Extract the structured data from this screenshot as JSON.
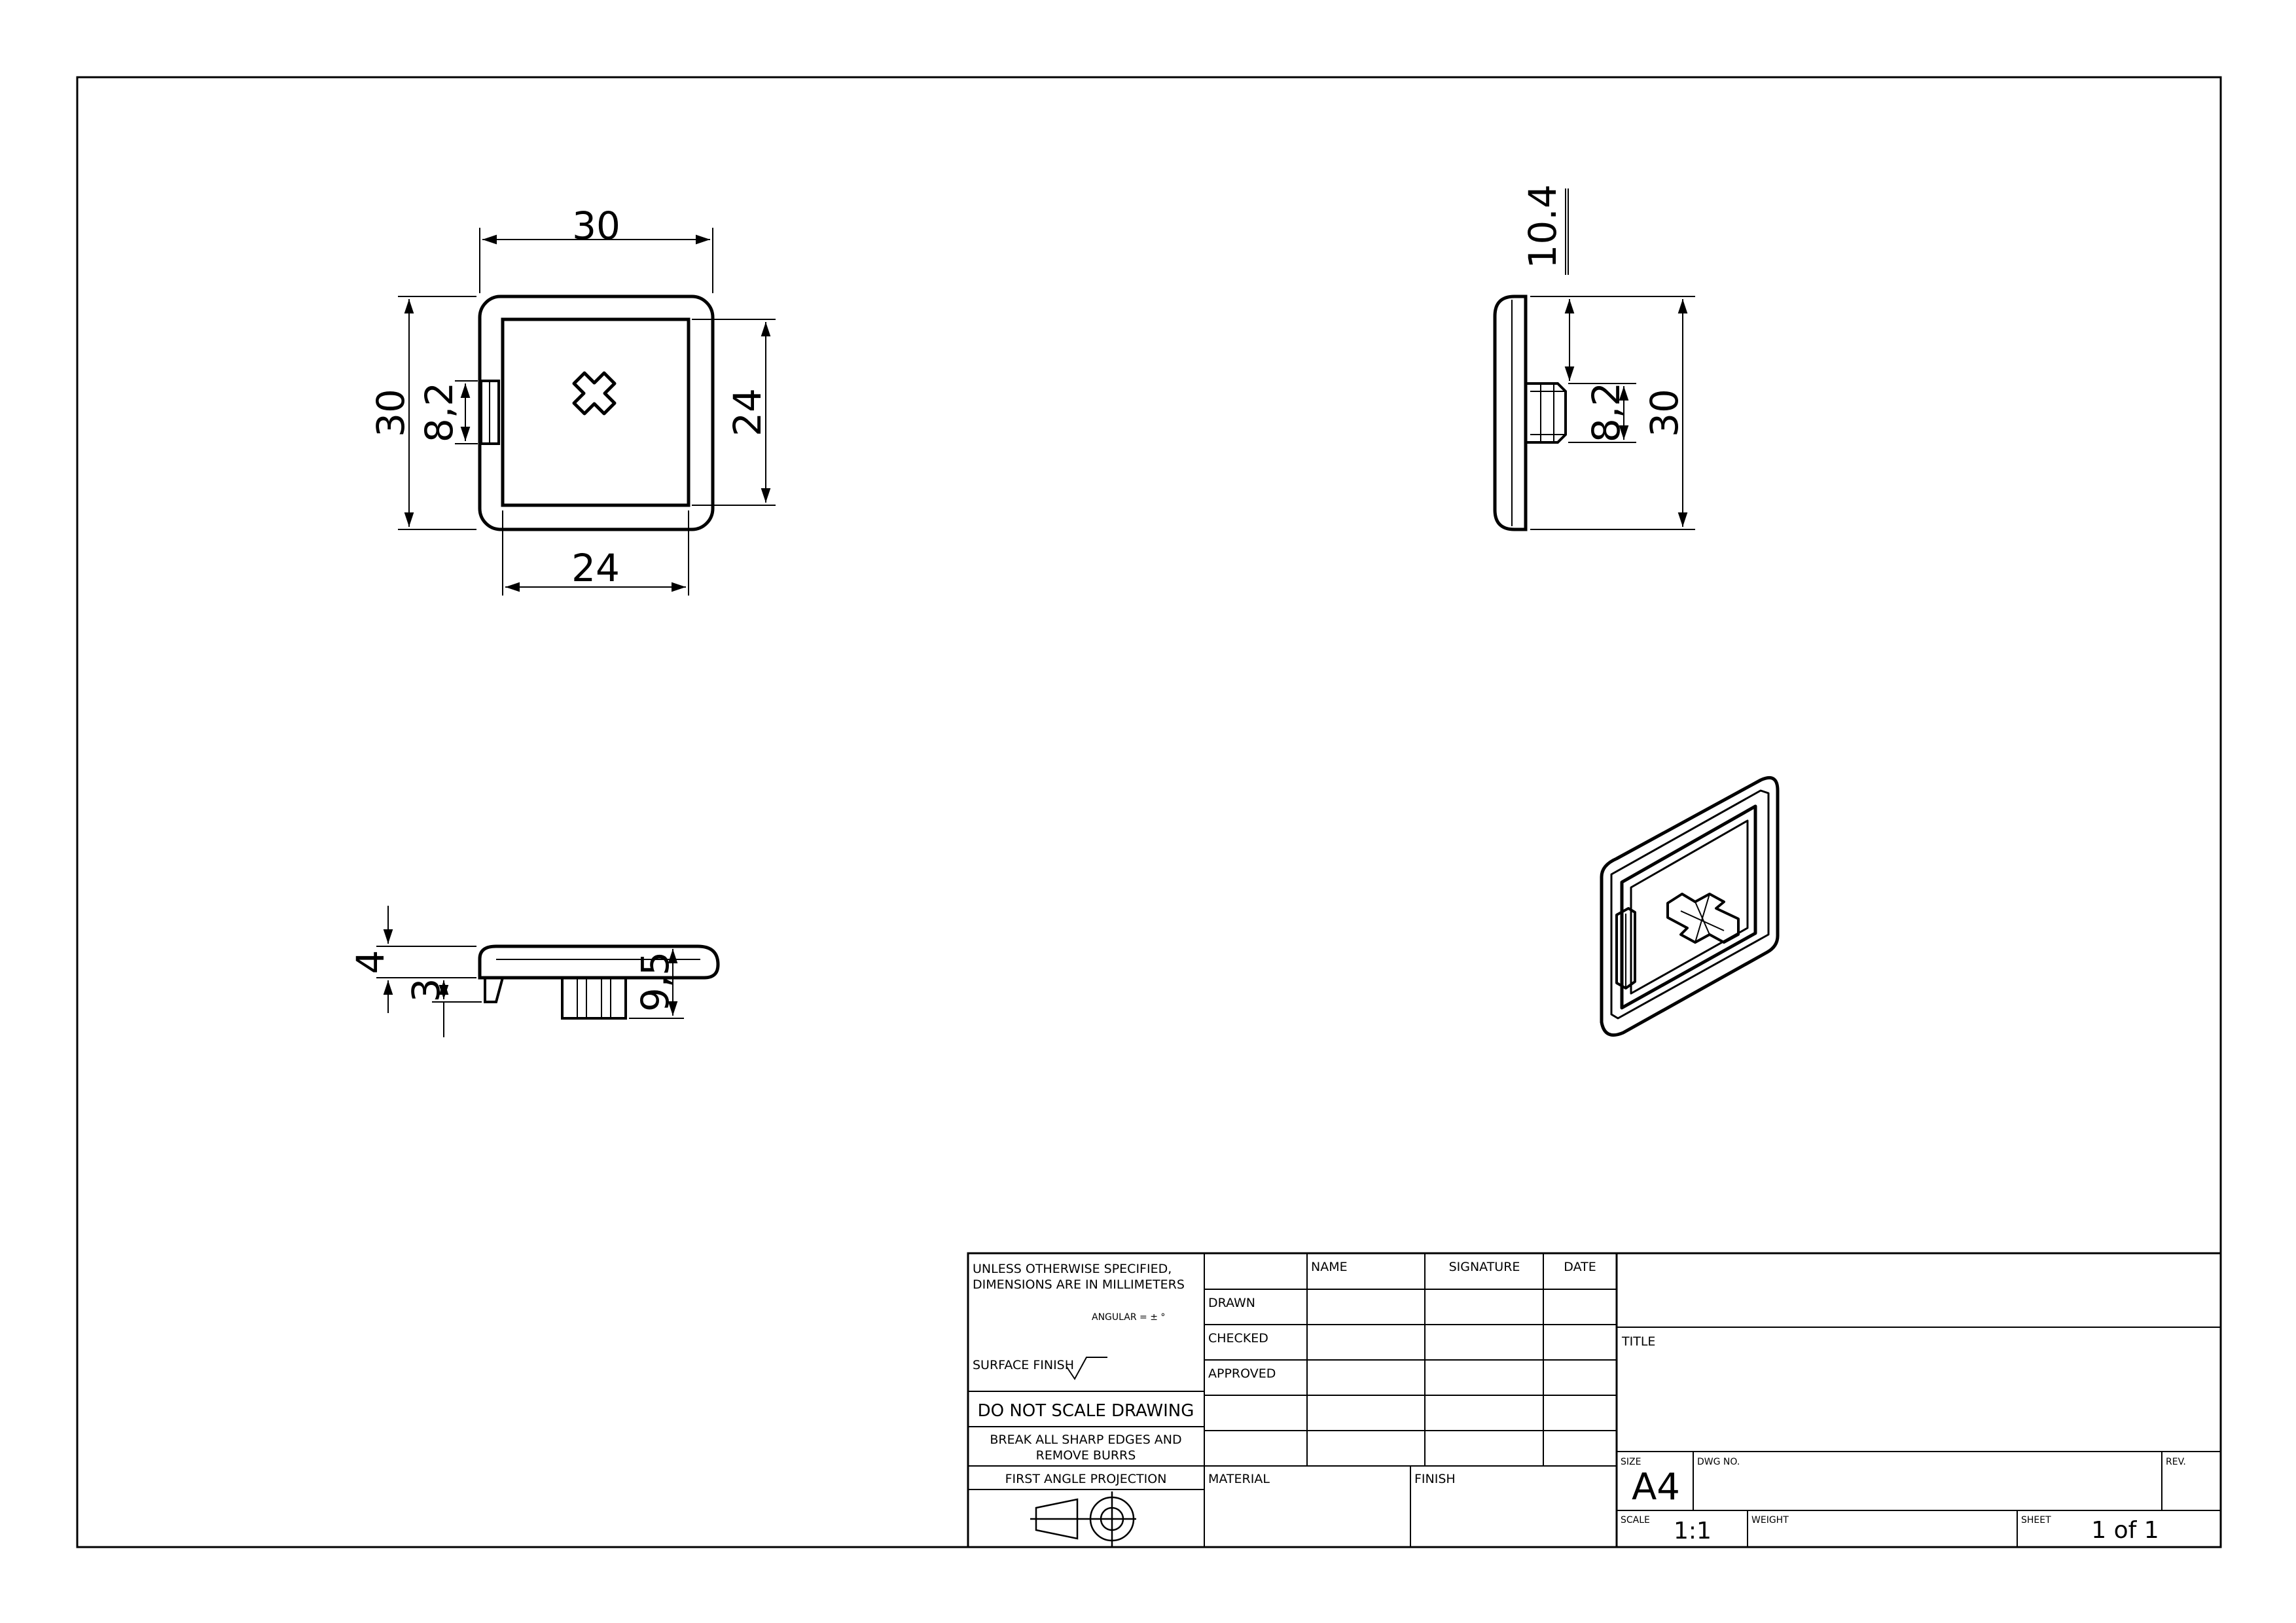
{
  "dimensions": {
    "front_width": "30",
    "front_height": "30",
    "front_tab": "8,2",
    "front_inner_height": "24",
    "front_inner_width": "24",
    "side_depth": "10.4",
    "side_tab": "8,2",
    "side_height": "30",
    "bottom_flange": "4",
    "bottom_lip": "3",
    "bottom_boss": "9,5"
  },
  "title_block": {
    "notes_line1": "UNLESS OTHERWISE SPECIFIED,",
    "notes_line2": "DIMENSIONS ARE IN MILLIMETERS",
    "angular": "ANGULAR = ± °",
    "surface_finish": "SURFACE FINISH",
    "do_not_scale": "DO NOT SCALE DRAWING",
    "break_edges_1": "BREAK ALL SHARP EDGES AND",
    "break_edges_2": "REMOVE BURRS",
    "projection": "FIRST ANGLE PROJECTION",
    "col_name": "NAME",
    "col_signature": "SIGNATURE",
    "col_date": "DATE",
    "row_drawn": "DRAWN",
    "row_checked": "CHECKED",
    "row_approved": "APPROVED",
    "material": "MATERIAL",
    "finish": "FINISH",
    "title_label": "TITLE",
    "size_label": "SIZE",
    "size_value": "A4",
    "dwg_no_label": "DWG NO.",
    "rev_label": "REV.",
    "scale_label": "SCALE",
    "scale_value": "1:1",
    "weight_label": "WEIGHT",
    "sheet_label": "SHEET",
    "sheet_value": "1 of 1"
  }
}
